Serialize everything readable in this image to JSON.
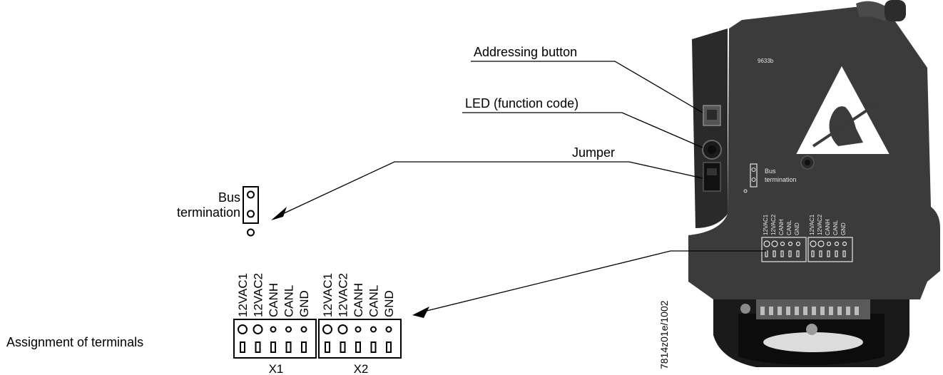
{
  "labels": {
    "addressing_button": "Addressing button",
    "led": "LED (function code)",
    "jumper": "Jumper",
    "bus": "Bus",
    "termination": "termination",
    "assignment": "Assignment of terminals",
    "drawing_code": "7814z01e/1002"
  },
  "device": {
    "bus": "Bus",
    "termination": "termination",
    "serial": "9633b"
  },
  "terminals": {
    "X1": {
      "name": "X1",
      "pins": [
        "12VAC1",
        "12VAC2",
        "CANH",
        "CANL",
        "GND"
      ]
    },
    "X2": {
      "name": "X2",
      "pins": [
        "12VAC1",
        "12VAC2",
        "CANH",
        "CANL",
        "GND"
      ]
    }
  },
  "colors": {
    "housing": "#3a3a3a",
    "housing_dark": "#1e1e1e",
    "line": "#000000",
    "device_text": "#e6e6e6"
  }
}
